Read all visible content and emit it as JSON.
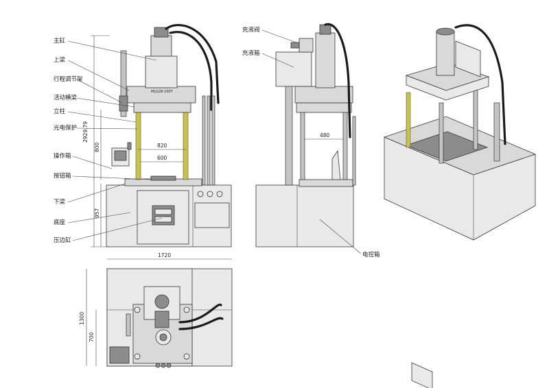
{
  "labels": {
    "main_cylinder": "主缸",
    "upper_beam": "上梁",
    "stroke_adjuster": "行程调节架",
    "moving_beam": "活动横梁",
    "column": "立柱",
    "photo_guard": "光电保护",
    "operating_box": "操作箱",
    "button_box": "按钮箱",
    "lower_beam": "下梁",
    "base": "底座",
    "blank_holder": "压边缸",
    "fill_valve": "充液阀",
    "fill_tank": "充液箱",
    "control_box": "电控箱"
  },
  "dimensions": {
    "total_height": "2929.79",
    "upper_height": "800",
    "lower_height": "957",
    "table_width": "820",
    "inner_width": "600",
    "side_width": "480",
    "plan_width": "1720",
    "plan_depth": "1300",
    "plan_inner": "700"
  },
  "model_plate": "MLG28-100T"
}
